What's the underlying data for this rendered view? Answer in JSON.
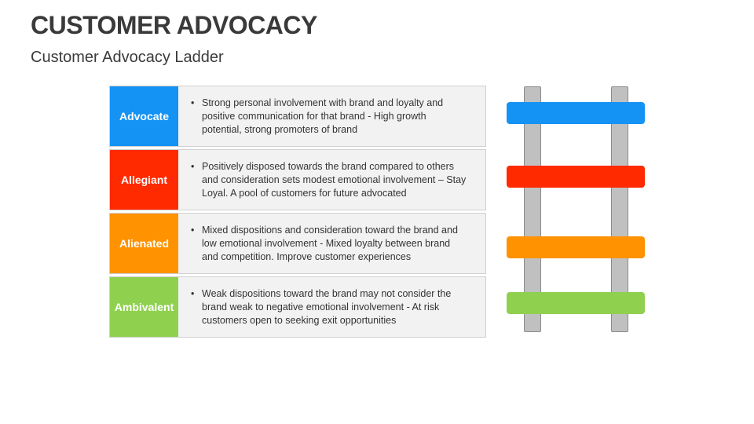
{
  "header": {
    "title": "CUSTOMER ADVOCACY",
    "subtitle": "Customer Advocacy Ladder"
  },
  "rows": [
    {
      "label": "Advocate",
      "color": "#1493F5",
      "text": "Strong personal involvement with brand and loyalty and positive communication for that brand - High growth potential, strong promoters of brand"
    },
    {
      "label": "Allegiant",
      "color": "#FF2A00",
      "text": "Positively disposed towards the brand compared to others and consideration sets modest emotional involvement – Stay Loyal. A pool of customers for future advocated"
    },
    {
      "label": "Alienated",
      "color": "#FF9200",
      "text": "Mixed dispositions and consideration toward the brand and low emotional involvement - Mixed loyalty between brand and competition. Improve customer experiences"
    },
    {
      "label": "Ambivalent",
      "color": "#8FD14F",
      "text": "Weak dispositions toward the brand may not consider the brand weak to negative emotional involvement - At risk customers open to seeking exit opportunities"
    }
  ],
  "ladder": {
    "rail_color": "#C0C0C0",
    "rung_colors": [
      "#1493F5",
      "#FF2A00",
      "#FF9200",
      "#8FD14F"
    ]
  }
}
